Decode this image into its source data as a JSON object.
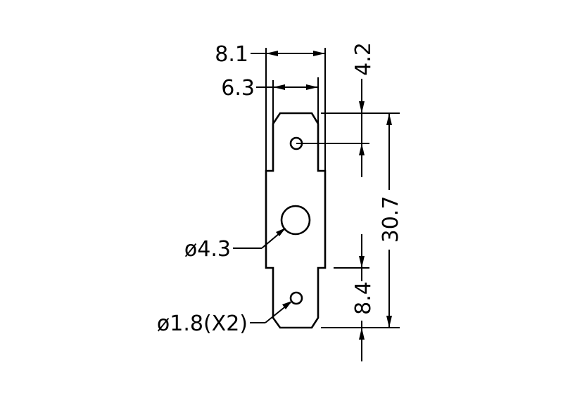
{
  "drawing": {
    "dimensions": {
      "outer_width": "8.1",
      "blade_width": "6.3",
      "top_hole_offset": "4.2",
      "total_length": "30.7",
      "bottom_hole_offset": "8.4"
    },
    "callouts": {
      "center_hole": "ø4.3",
      "small_holes": "ø1.8(X2)"
    }
  }
}
